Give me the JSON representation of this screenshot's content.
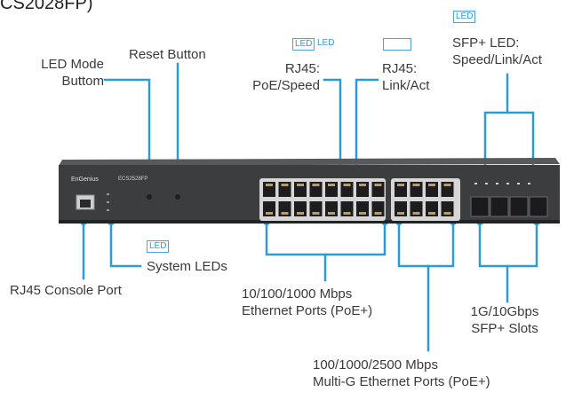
{
  "title_fragment": "CS2028FP)",
  "callouts": {
    "led_mode": {
      "line1": "LED Mode",
      "line2": "Buttom"
    },
    "reset": "Reset Button",
    "rj45_poe": {
      "line1": "RJ45:",
      "line2": "PoE/Speed"
    },
    "rj45_link": {
      "line1": "RJ45:",
      "line2": "Link/Act"
    },
    "sfp_led": {
      "line1": "SFP+ LED:",
      "line2": "Speed/Link/Act"
    },
    "system_leds": "System LEDs",
    "console": "RJ45 Console Port",
    "ethernet_ports": {
      "line1": "10/100/1000 Mbps",
      "line2": "Ethernet Ports (PoE+)"
    },
    "multig_ports": {
      "line1": "100/1000/2500 Mbps",
      "line2": "Multi-G Ethernet Ports (PoE+)"
    },
    "sfp_slots": {
      "line1": "1G/10Gbps",
      "line2": "SFP+ Slots"
    }
  },
  "led_tags": {
    "rj45_poe_boxed": "LED",
    "rj45_poe_plain": "LED",
    "rj45_link_boxed": "",
    "sfp": "LED",
    "system": "LED"
  },
  "device": {
    "brand": "EnGenius",
    "model": "ECS2528FP"
  },
  "colors": {
    "accent": "#2f9bd6",
    "chassis": "#3c3d3f",
    "chassis_face": "#2e2f31",
    "port_gold": "#b8a05a"
  }
}
